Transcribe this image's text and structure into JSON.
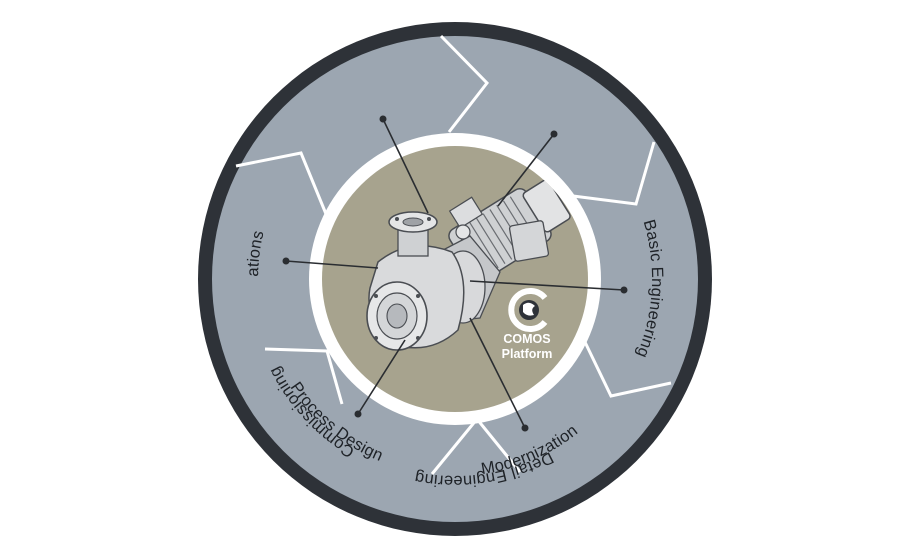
{
  "lifecycle": {
    "stages": [
      {
        "id": "detail-engineering",
        "label": "Detail Engineering"
      },
      {
        "id": "commissioning",
        "label": "Commissioning"
      },
      {
        "id": "operations",
        "label": "Operations"
      },
      {
        "id": "modernization",
        "label": "Modernization"
      },
      {
        "id": "process-design",
        "label": "Process Design"
      },
      {
        "id": "basic-engineering",
        "label": "Basic Engineering"
      }
    ]
  },
  "center": {
    "image": "pump-motor-illustration",
    "logo": {
      "icon": "comos-logo-icon",
      "line1": "COMOS",
      "line2": "Platform"
    }
  },
  "colors": {
    "outer_ring": "#2e3238",
    "segments": "#9ca6b1",
    "segment_gaps": "#ffffff",
    "center_disc": "#a7a38e",
    "connector_lines": "#2a2d31",
    "label_text": "#1e2227"
  }
}
